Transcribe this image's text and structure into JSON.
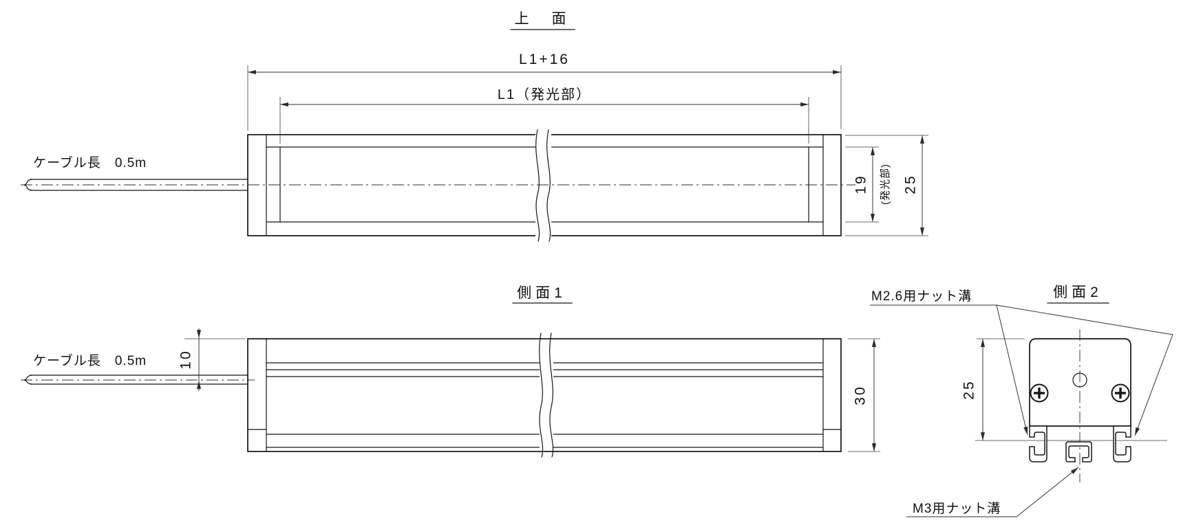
{
  "colors": {
    "ink": "#141414",
    "dim_ink": "#2b2b2b",
    "background": "#ffffff"
  },
  "views": {
    "top": {
      "title": "上　面",
      "cable_label": "ケーブル長　0.5m",
      "dims": {
        "overall_length": "L1+16",
        "emitting_length": "L1（発光部）",
        "emitting_width": "19",
        "emitting_width_note": "(発光部)",
        "overall_width": "25"
      }
    },
    "side1": {
      "title": "側面1",
      "cable_label": "ケーブル長　0.5m",
      "dims": {
        "cable_offset": "10",
        "overall_height": "30"
      }
    },
    "side2": {
      "title": "側面2",
      "dims": {
        "body_height": "25"
      },
      "labels": {
        "m26_groove": "M2.6用ナット溝",
        "m3_groove": "M3用ナット溝"
      }
    }
  }
}
